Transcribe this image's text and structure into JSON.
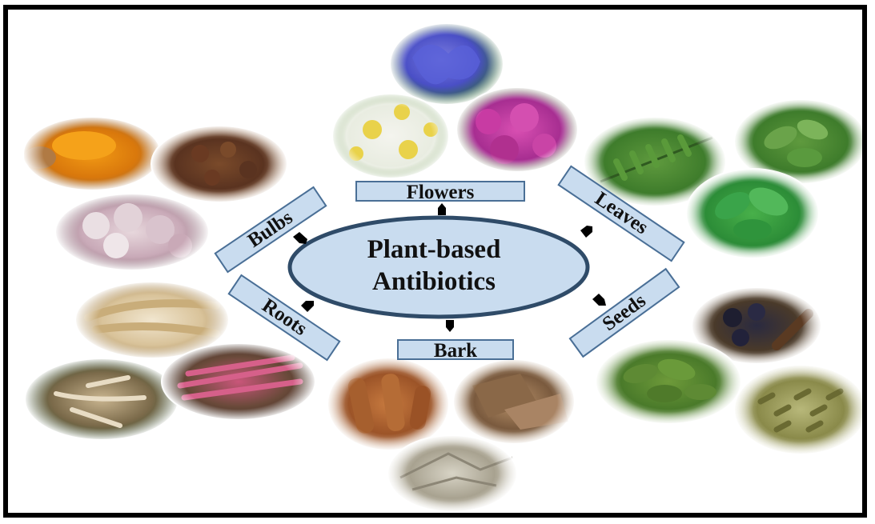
{
  "center": {
    "line1": "Plant-based",
    "line2": "Antibiotics",
    "fill": "#c9dcef",
    "stroke": "#2f4b68"
  },
  "categories": {
    "flowers": "Flowers",
    "leaves": "Leaves",
    "seeds": "Seeds",
    "bark": "Bark",
    "roots": "Roots",
    "bulbs": "Bulbs"
  },
  "colors": {
    "label_fill": "#c9dcef",
    "label_border": "#4a6f96",
    "frame": "#000000"
  }
}
